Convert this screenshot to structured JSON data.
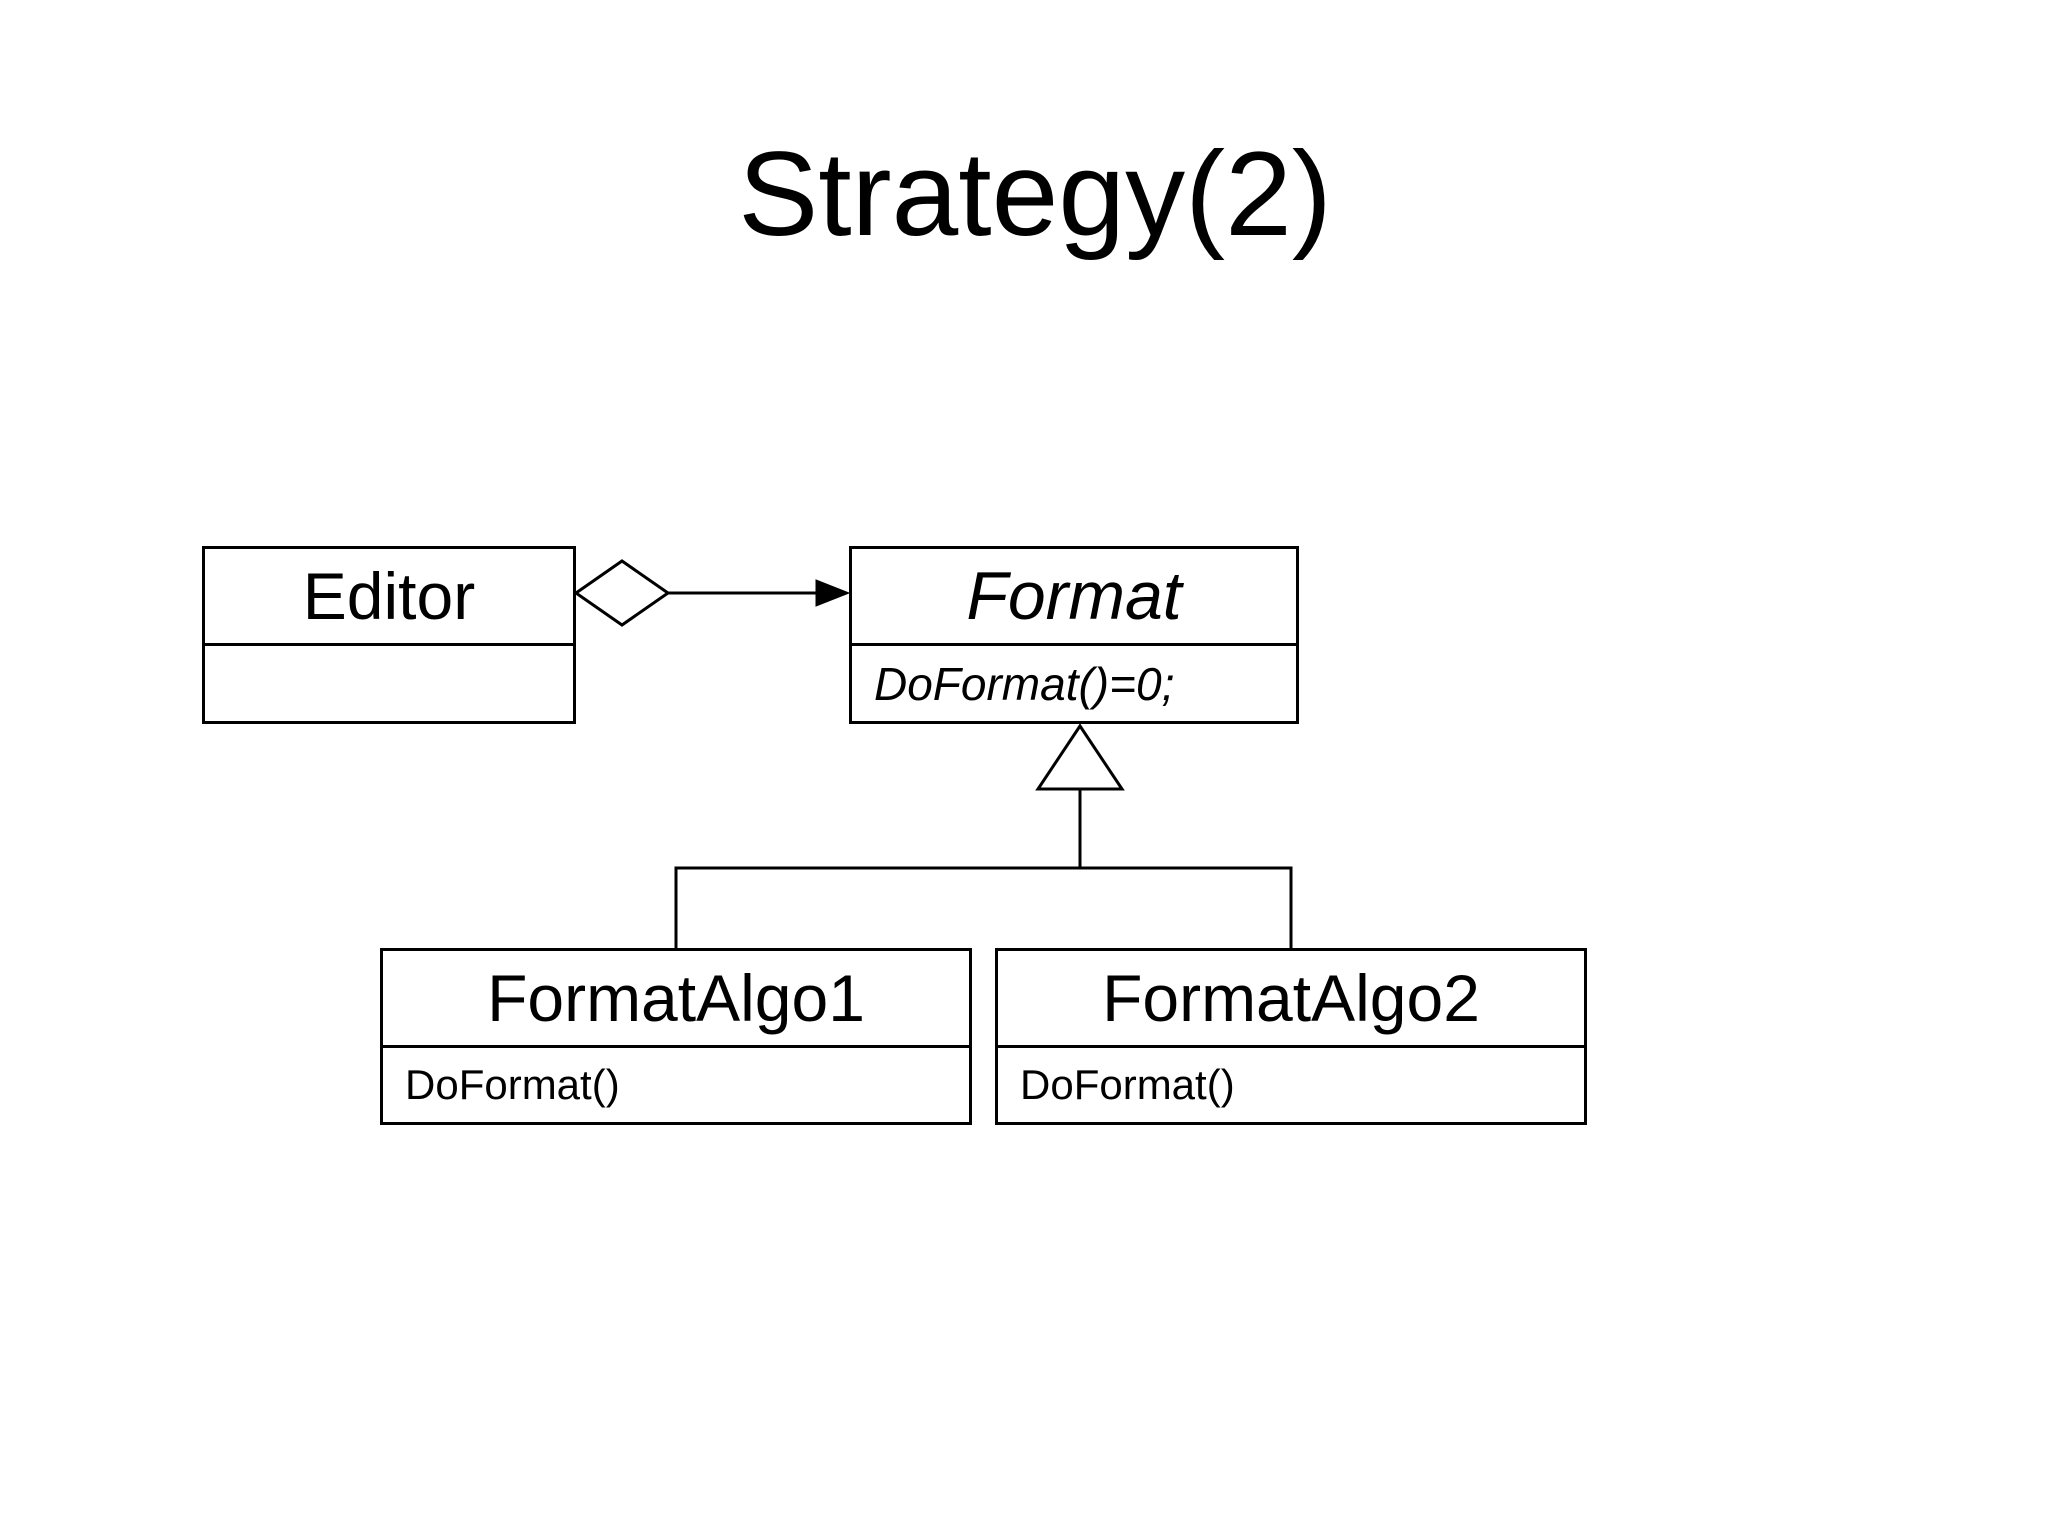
{
  "title": "Strategy(2)",
  "diagram": {
    "type": "uml-class-diagram",
    "colors": {
      "stroke": "#000000",
      "box_fill": "#ffffff",
      "background": "#ffffff",
      "text": "#000000"
    },
    "classes": [
      {
        "name": "Editor",
        "abstract": false,
        "methods": [
          ""
        ]
      },
      {
        "name": "Format",
        "abstract": true,
        "methods": [
          "DoFormat()=0;"
        ]
      },
      {
        "name": "FormatAlgo1",
        "abstract": false,
        "methods": [
          "DoFormat()"
        ]
      },
      {
        "name": "FormatAlgo2",
        "abstract": false,
        "methods": [
          "DoFormat()"
        ]
      }
    ],
    "relations": [
      {
        "type": "aggregation",
        "from": "Editor",
        "to": "Format"
      },
      {
        "type": "inheritance",
        "parent": "Format",
        "children": [
          "FormatAlgo1",
          "FormatAlgo2"
        ]
      }
    ]
  }
}
